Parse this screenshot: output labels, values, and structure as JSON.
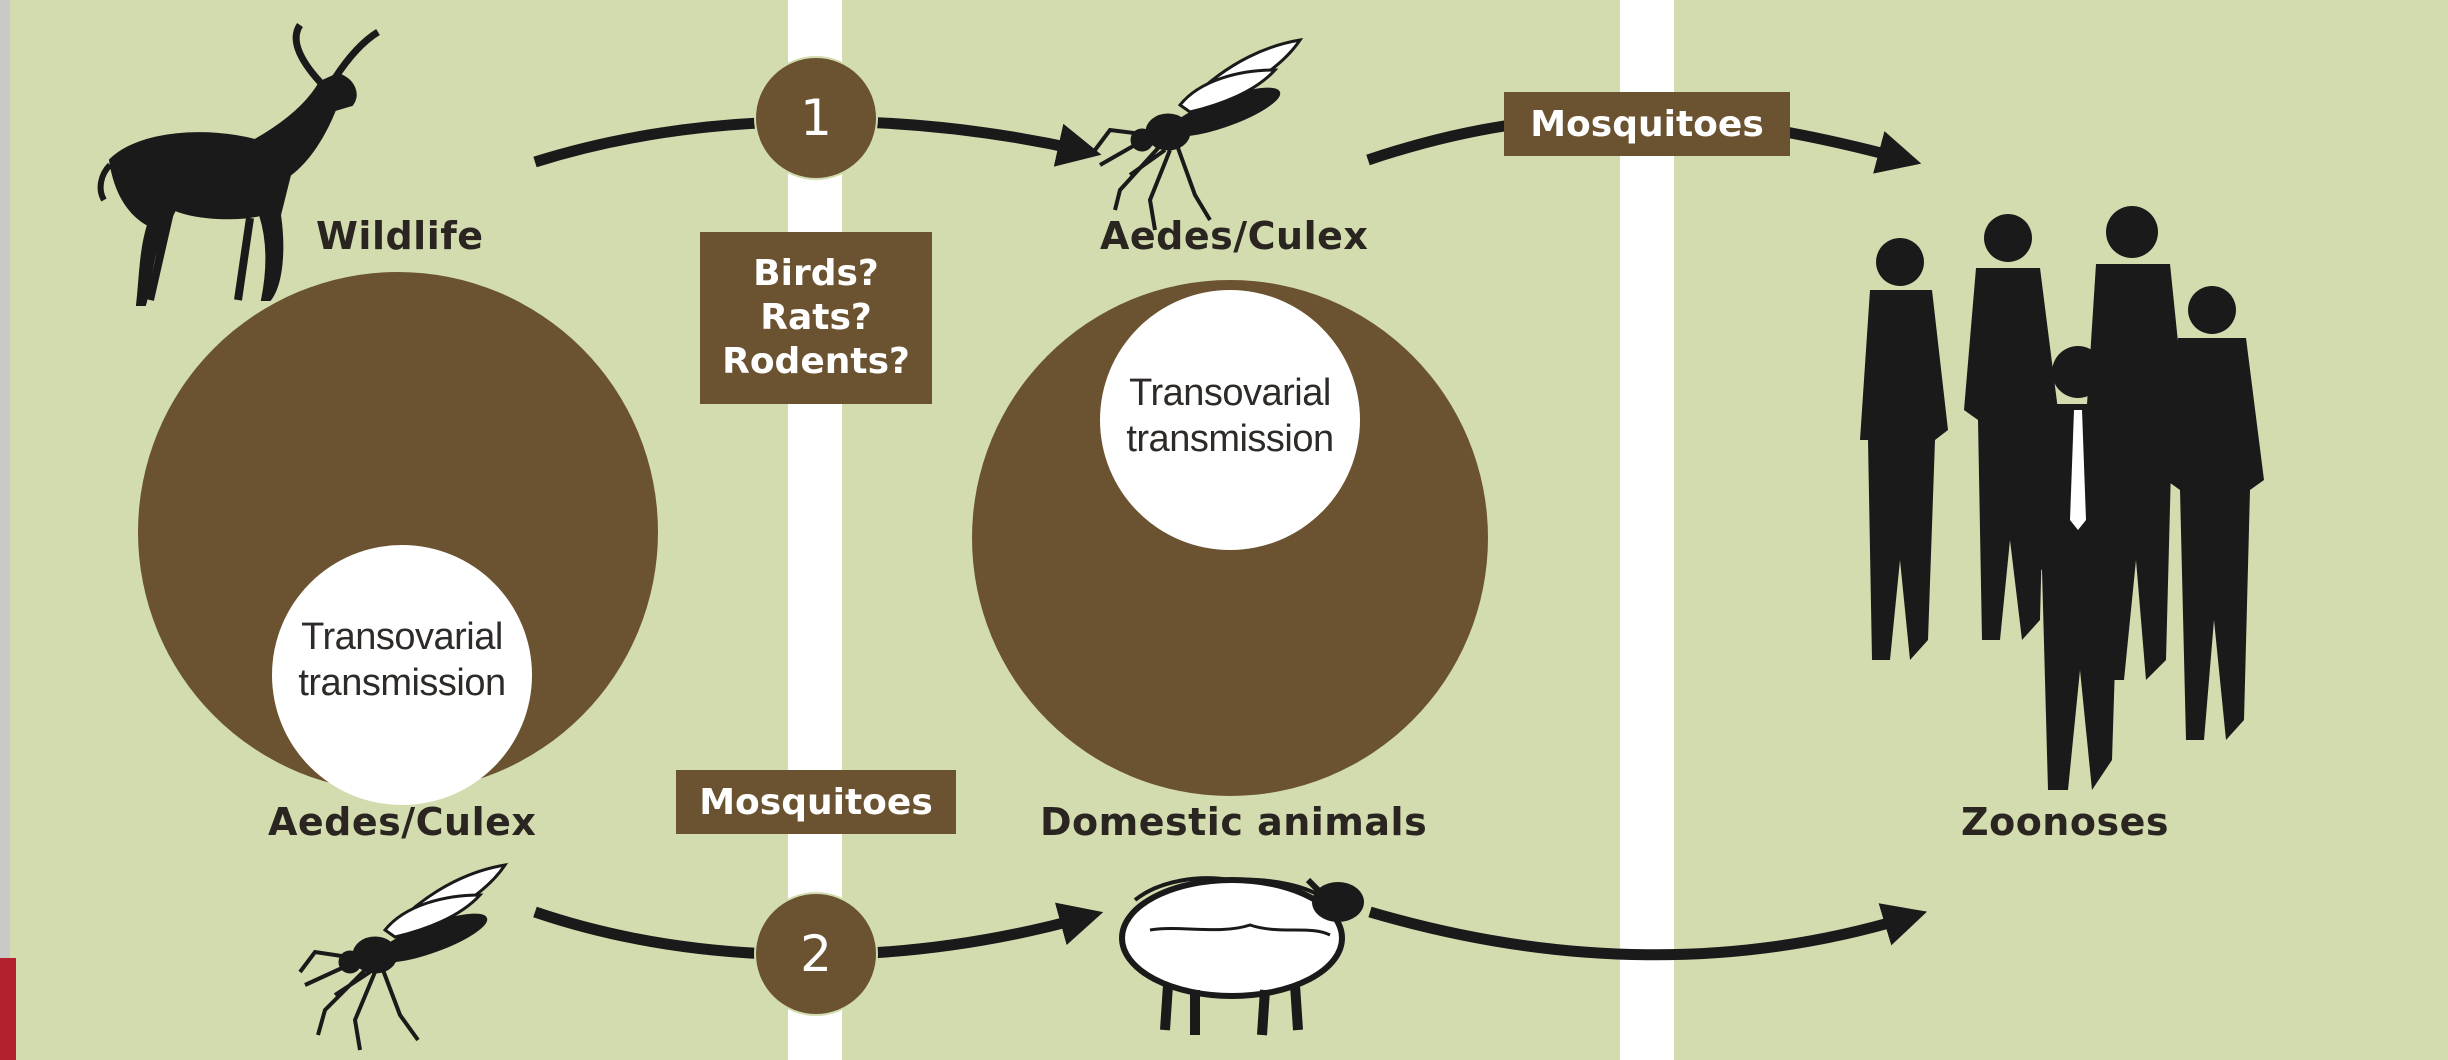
{
  "labels": {
    "wildlife": "Wildlife",
    "aedes_culex_top": "Aedes/Culex",
    "aedes_culex_bottom": "Aedes/Culex",
    "domestic_animals": "Domestic animals",
    "zoonoses": "Zoonoses"
  },
  "tags": {
    "reservoir_question": "Birds?\nRats?\nRodents?",
    "mosquitoes_bottom": "Mosquitoes",
    "mosquitoes_top": "Mosquitoes"
  },
  "circles": {
    "left_inner": "Transovarial\ntransmission",
    "middle_inner": "Transovarial\ntransmission"
  },
  "steps": {
    "one": "1",
    "two": "2"
  },
  "colors": {
    "panel_bg": "#d2dcae",
    "brown": "#6b5331",
    "silhouette": "#1a1a1a"
  },
  "icons": [
    "antelope-icon",
    "mosquito-icon",
    "sheep-icon",
    "people-group-icon"
  ]
}
